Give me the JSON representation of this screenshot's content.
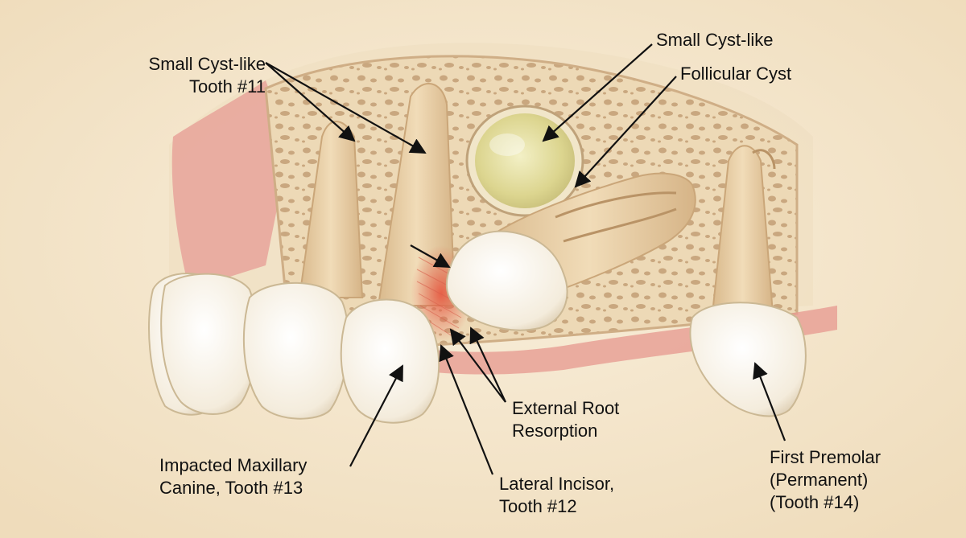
{
  "labels": {
    "cyst_tooth11": {
      "line1": "Small Cyst-like",
      "line2": "Tooth #11"
    },
    "cyst_small": "Small Cyst-like",
    "follicular_cyst": "Follicular Cyst",
    "external_root": {
      "line1": "External Root",
      "line2": "Resorption"
    },
    "impacted_canine": {
      "line1": "Impacted Maxillary",
      "line2": "Canine, Tooth #13"
    },
    "lateral_incisor": {
      "line1": "Lateral Incisor,",
      "line2": "Tooth #12"
    },
    "first_premolar": {
      "line1": "First Premolar",
      "line2": "(Permanent)",
      "line3": "(Tooth #14)"
    }
  },
  "colors": {
    "background": "#f6ead3",
    "bone": "#e9d2ad",
    "trabecular": "#c9a77f",
    "gum": "#e7a39a",
    "root": "#e9cfa6",
    "crown": "#fbf6ec",
    "cyst": "#e6e0a4",
    "resorption": "#e7634f",
    "ink": "#111111"
  }
}
